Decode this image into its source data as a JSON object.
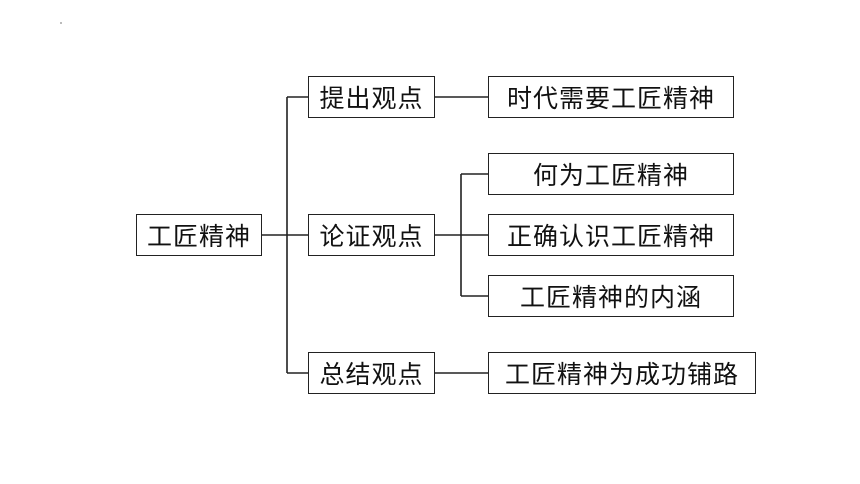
{
  "root": {
    "label": "工匠精神"
  },
  "branches": [
    {
      "label": "提出观点",
      "children": [
        "时代需要工匠精神"
      ]
    },
    {
      "label": "论证观点",
      "children": [
        "何为工匠精神",
        "正确认识工匠精神",
        "工匠精神的内涵"
      ]
    },
    {
      "label": "总结观点",
      "children": [
        "工匠精神为成功铺路"
      ]
    }
  ]
}
